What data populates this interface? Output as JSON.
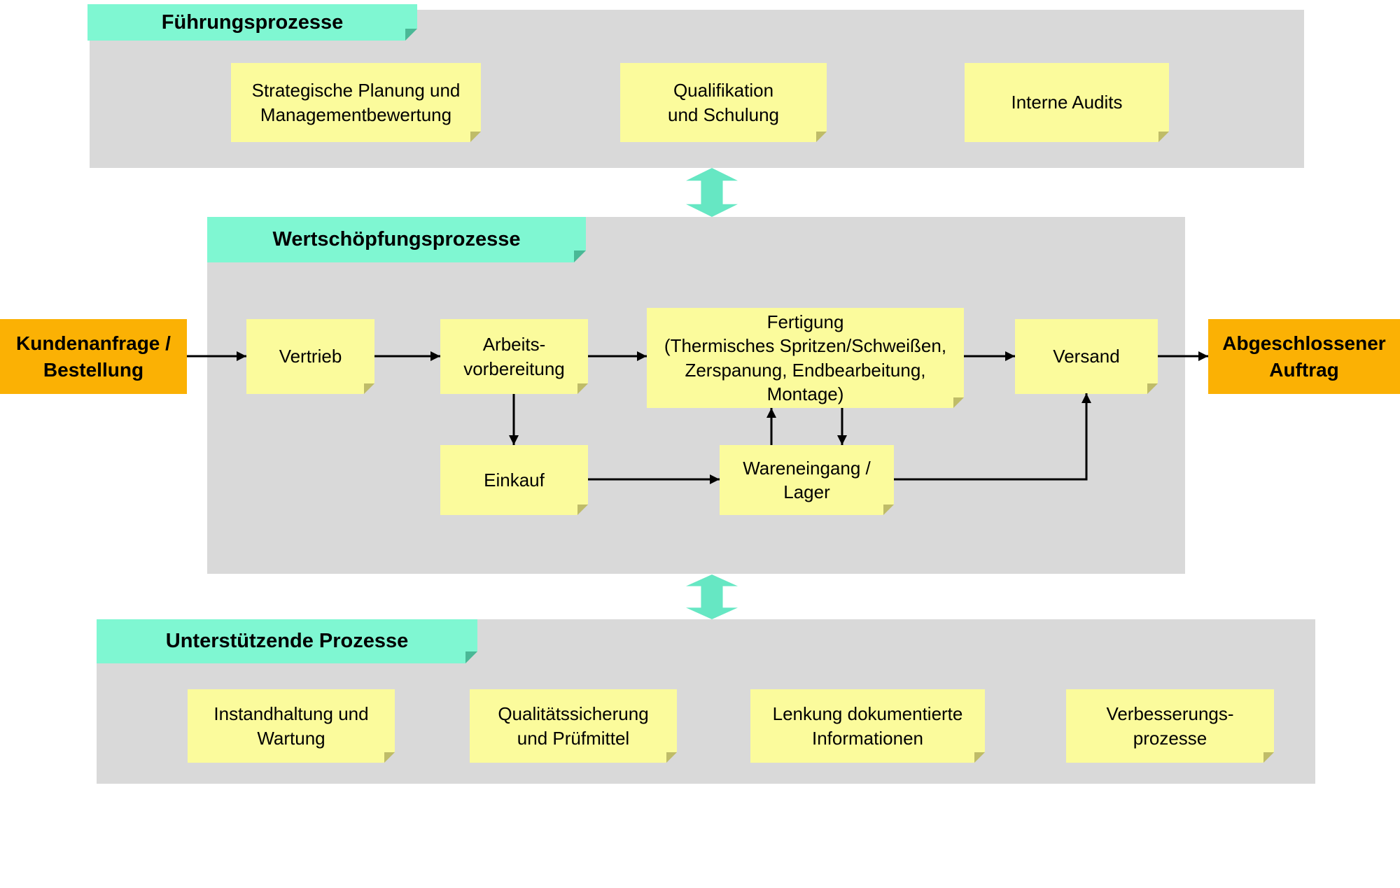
{
  "colors": {
    "band_gray": "#D9D9D9",
    "tab_teal": "#7FF7D2",
    "note_yellow": "#FBFB9C",
    "endpoint_orange": "#FBB104",
    "updown_arrow_teal": "#66E7C3",
    "connector_black": "#000000"
  },
  "sections": {
    "leadership": {
      "label": "Führungsprozesse",
      "notes": [
        "Strategische Planung und\nManagementbewertung",
        "Qualifikation\nund Schulung",
        "Interne Audits"
      ]
    },
    "value": {
      "label": "Wertschöpfungsprozesse",
      "input": "Kundenanfrage /\nBestellung",
      "steps": [
        "Vertrieb",
        "Arbeits-\nvorbereitung",
        "Fertigung\n(Thermisches Spritzen/Schweißen,\nZerspanung, Endbearbeitung,\nMontage)",
        "Versand"
      ],
      "sub_steps": [
        "Einkauf",
        "Wareneingang /\nLager"
      ],
      "output": "Abgeschlossener\nAuftrag"
    },
    "support": {
      "label": "Unterstützende Prozesse",
      "notes": [
        "Instandhaltung und\nWartung",
        "Qualitätssicherung\nund Prüfmittel",
        "Lenkung dokumentierte\nInformationen",
        "Verbesserungs-\nprozesse"
      ]
    }
  }
}
